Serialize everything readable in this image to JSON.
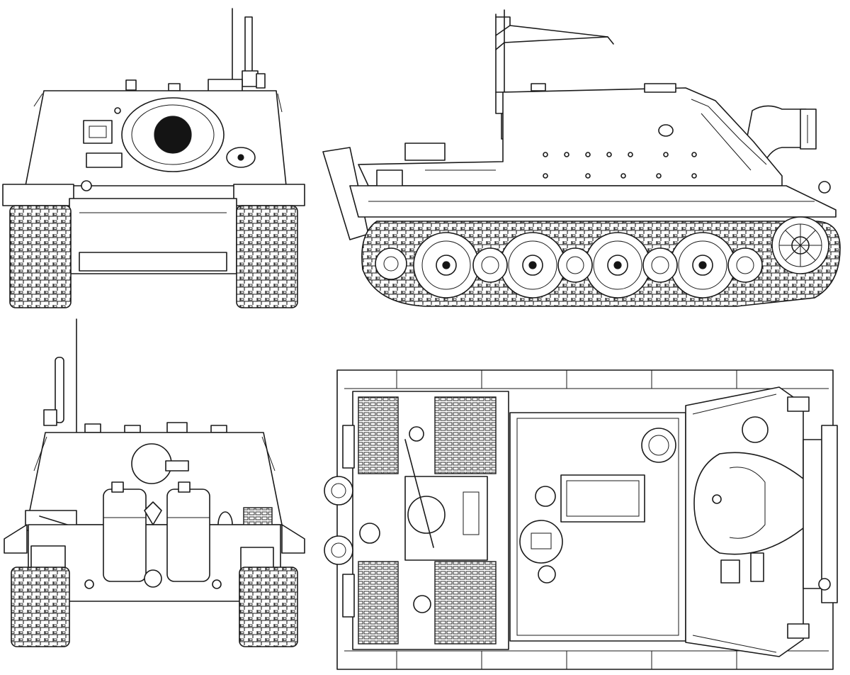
{
  "drawing": {
    "subject": "",
    "line_color": "#1a1a1a",
    "background": "#ffffff",
    "views": [
      {
        "id": "front"
      },
      {
        "id": "side"
      },
      {
        "id": "rear"
      },
      {
        "id": "top"
      }
    ]
  }
}
